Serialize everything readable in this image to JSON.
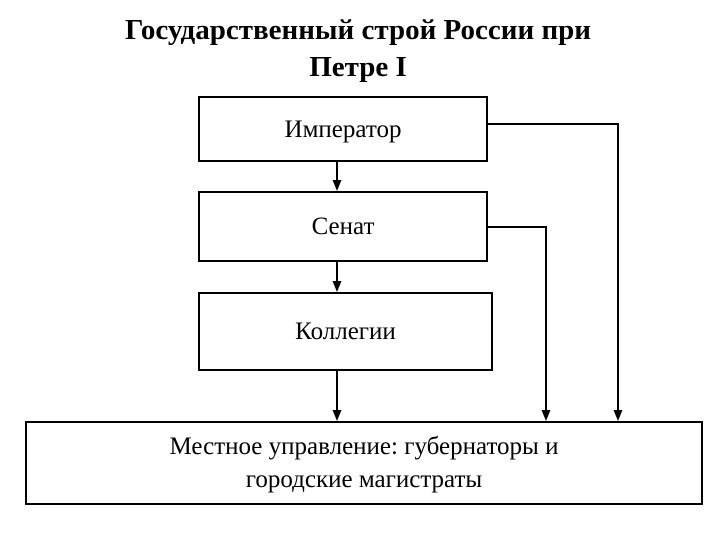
{
  "title": {
    "line1": "Государственный строй России при",
    "line2": "Петре I"
  },
  "nodes": {
    "emperor": {
      "label": "Император"
    },
    "senate": {
      "label": "Сенат"
    },
    "collegia": {
      "label": "Коллегии"
    },
    "local": {
      "line1": "Местное управление: губернаторы и",
      "line2": "городские магистраты"
    }
  },
  "edges": [
    {
      "from": "Император",
      "to": "Сенат"
    },
    {
      "from": "Сенат",
      "to": "Коллегии"
    },
    {
      "from": "Коллегии",
      "to": "Местное управление"
    },
    {
      "from": "Император",
      "to": "Местное управление"
    },
    {
      "from": "Сенат",
      "to": "Местное управление"
    }
  ],
  "colors": {
    "line": "#000000",
    "box_border": "#000000",
    "text": "#000000",
    "background": "#ffffff"
  }
}
